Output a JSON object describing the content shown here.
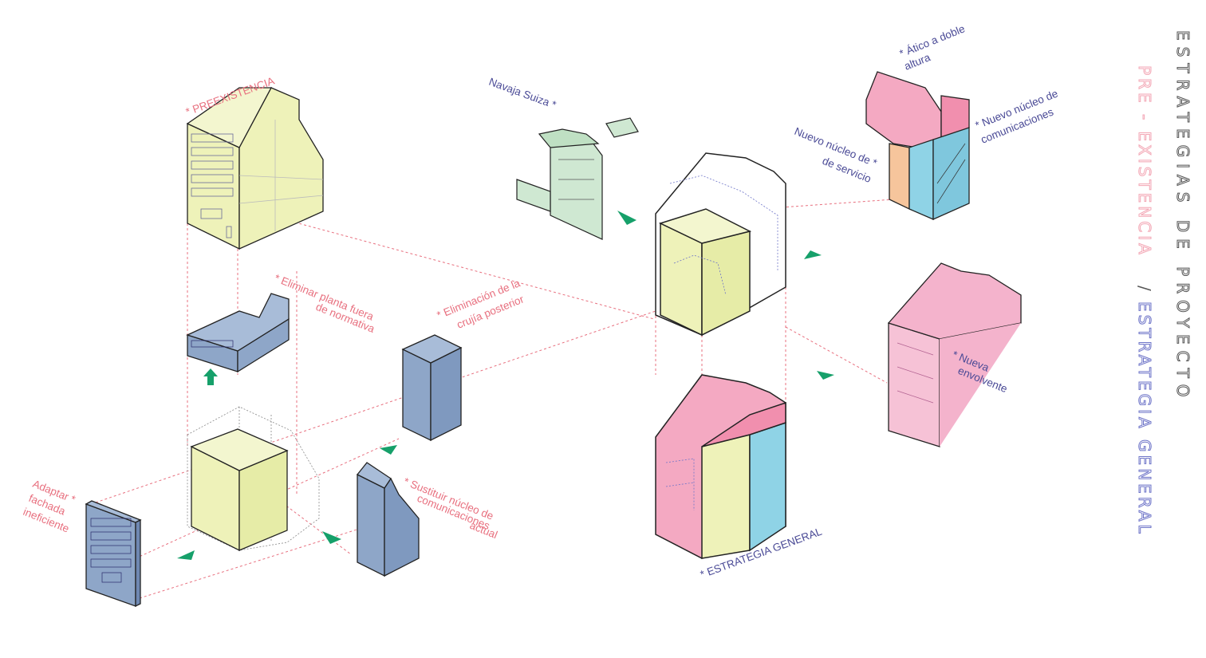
{
  "title": {
    "main": "ESTRATEGIAS DE PROYECTO",
    "part1": "PRE - EXISTENCIA",
    "separator": "/",
    "part2": "ESTRATEGIA GENERAL"
  },
  "labels": {
    "preexistencia": "* PREEXISTENCIA",
    "eliminar_planta_1": "* Eliminar planta fuera",
    "eliminar_planta_2": "de normativa",
    "eliminacion_crujia_1": "* Eliminación de la",
    "eliminacion_crujia_2": "crujía posterior",
    "adaptar_1": "Adaptar *",
    "adaptar_2": "fachada",
    "adaptar_3": "ineficiente",
    "sustituir_1": "* Sustituir núcleo de",
    "sustituir_2": "comunicaciones",
    "sustituir_3": "actual",
    "navaja": "Navaja Suiza *",
    "atico_1": "* Ático a doble",
    "atico_2": "altura",
    "nucleo_com_1": "* Nuevo núcleo de",
    "nucleo_com_2": "comunicaciones",
    "nucleo_serv_1": "Nuevo núcleo de *",
    "nucleo_serv_2": "de servicio",
    "envolvente_1": "* Nueva",
    "envolvente_2": "envolvente",
    "estrategia": "* ESTRATEGIA GENERAL"
  },
  "colors": {
    "pink_text": "#e8707f",
    "navy_text": "#4a4a96",
    "yellow_fill": "#eef2b9",
    "blue_fill": "#8ea6c8",
    "green_fill": "#cfe8d2",
    "pink_fill": "#f4a9c2",
    "cyan_fill": "#8fd3e6",
    "orange_fill": "#f6c59c",
    "arrow_green": "#16a06a",
    "guide_red": "#e8707f",
    "guide_blue": "#6e74c8"
  }
}
